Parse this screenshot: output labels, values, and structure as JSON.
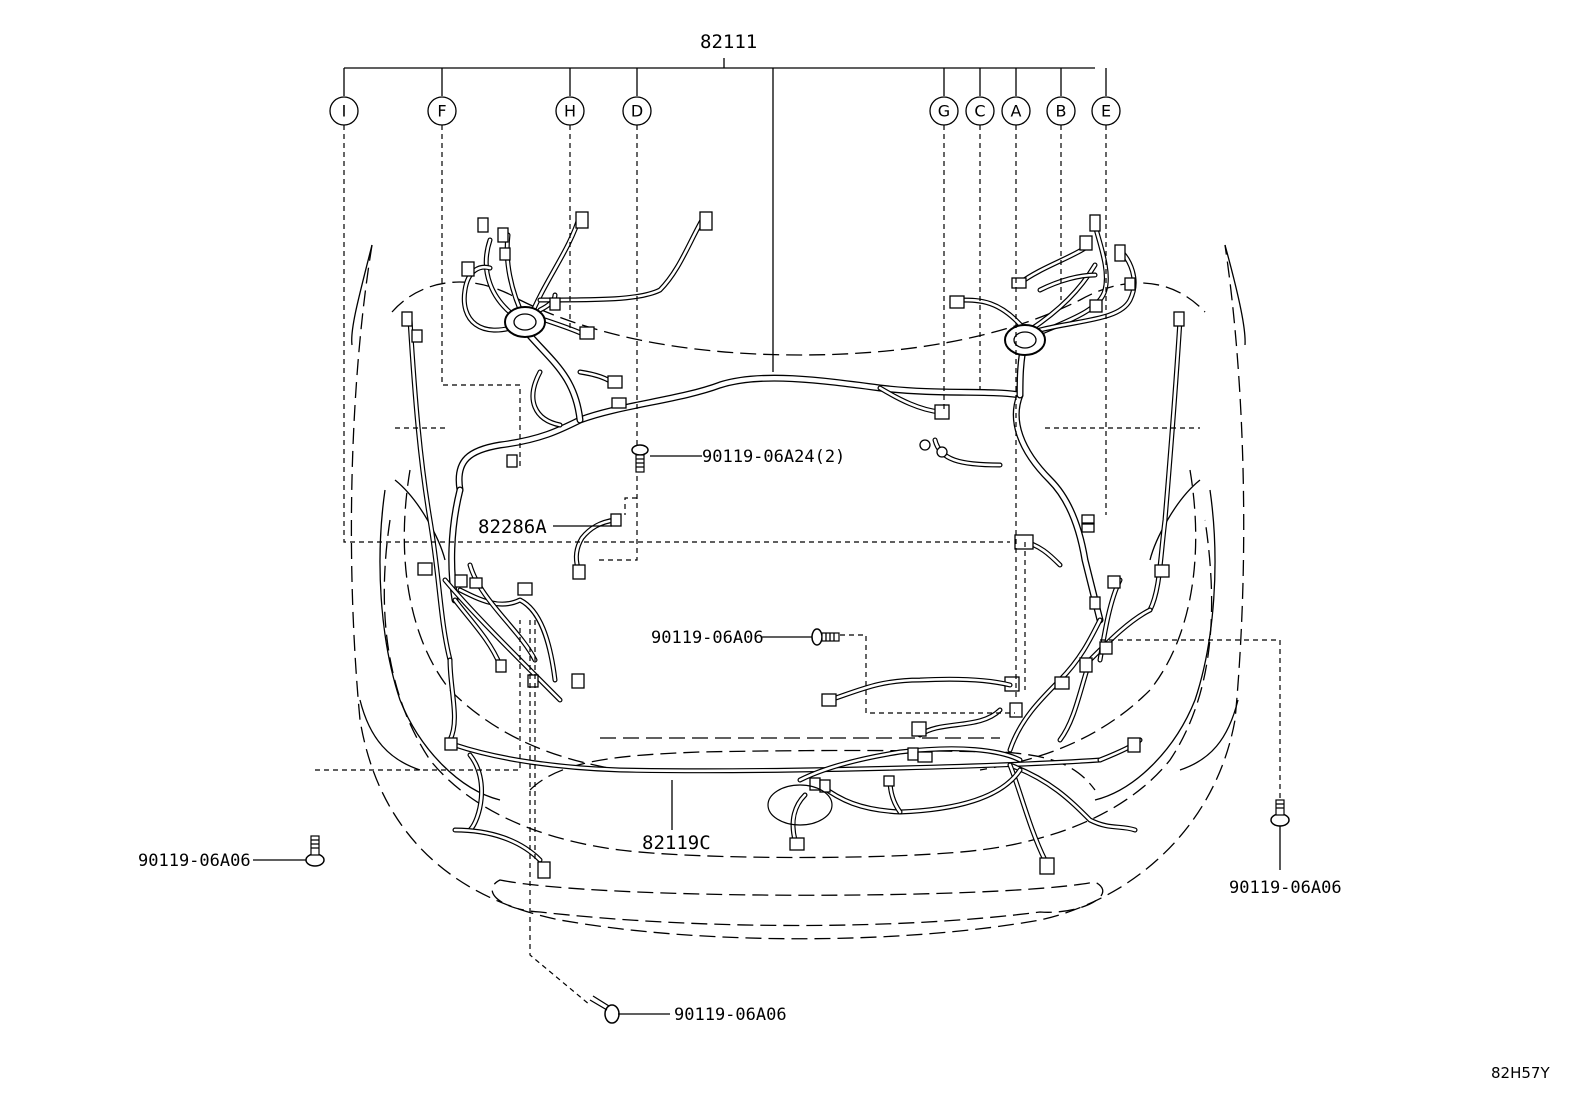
{
  "parts": {
    "main_harness": "82111",
    "engine_room_wire": "82119C",
    "sub_wire": "82286A",
    "bolt_a24": "90119-06A24(2)",
    "bolt_center": "90119-06A06",
    "bolt_left": "90119-06A06",
    "bolt_right": "90119-06A06",
    "bolt_bottom": "90119-06A06"
  },
  "callouts": [
    "I",
    "F",
    "H",
    "D",
    "G",
    "C",
    "A",
    "B",
    "E"
  ],
  "diagram_code": "82H57Y"
}
